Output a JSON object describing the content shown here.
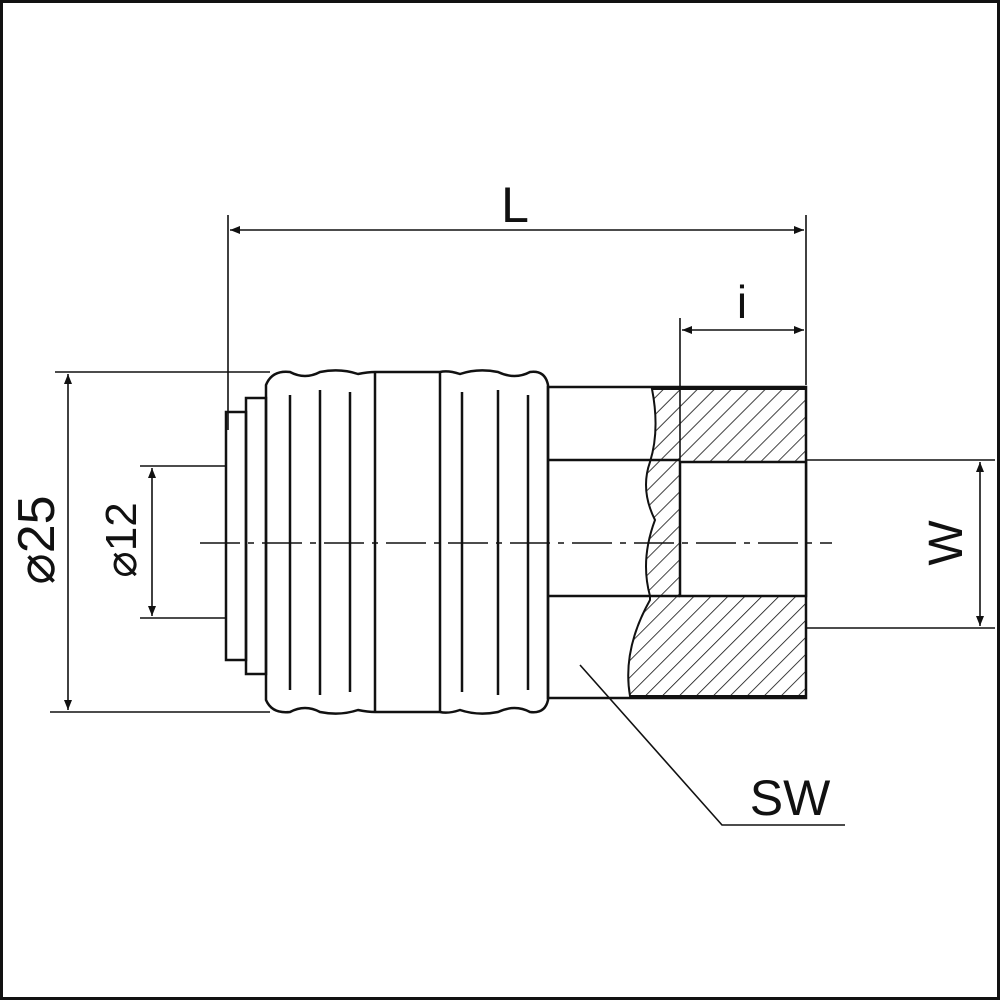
{
  "drawing": {
    "title": "Quick coupling socket dimension drawing",
    "labels": {
      "length": "L",
      "thread_depth": "i",
      "outer_diameter": "⌀25",
      "inner_diameter": "⌀12",
      "thread": "W",
      "wrench_size": "SW"
    }
  }
}
